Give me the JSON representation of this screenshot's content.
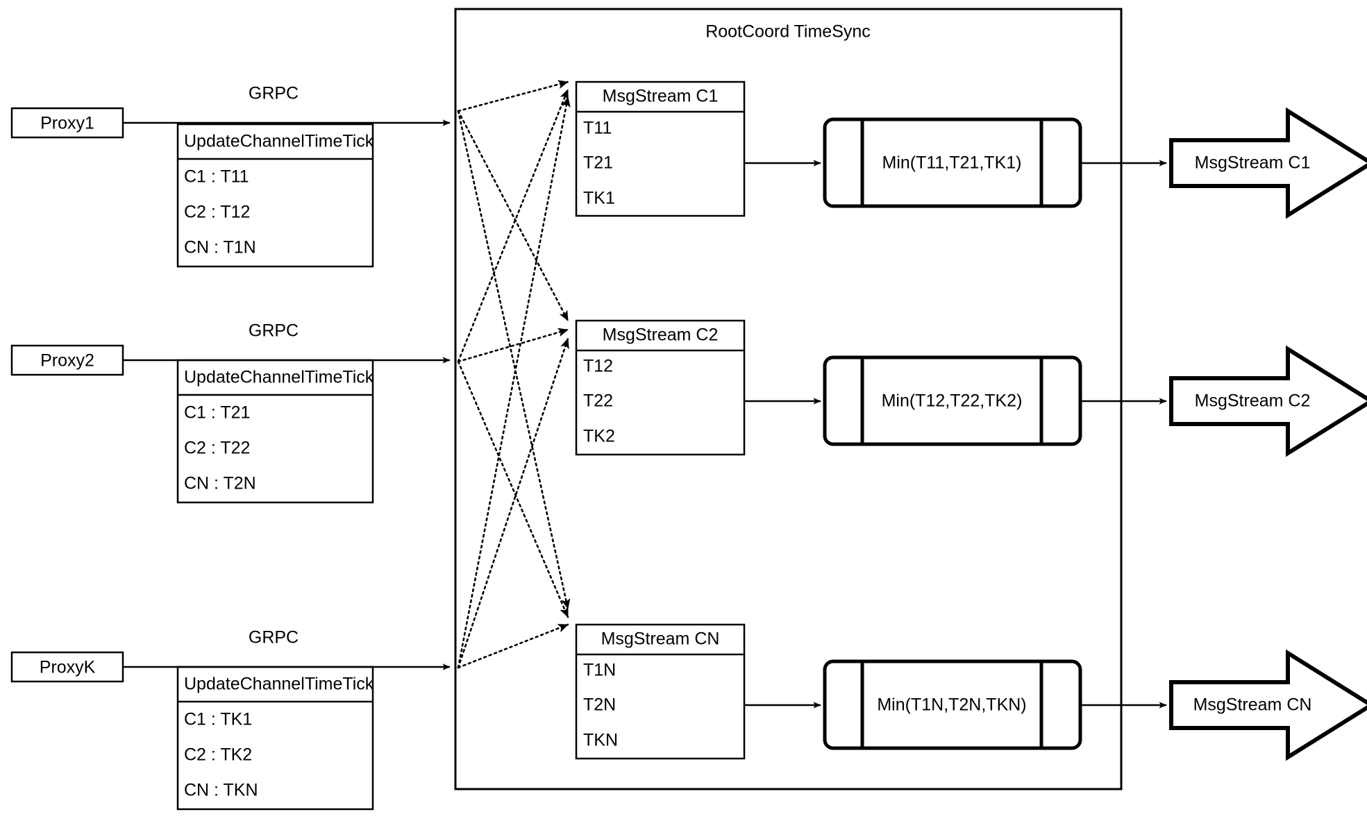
{
  "diagram": {
    "title": "RootCoord TimeSync",
    "container_name": "rootcoord-timesync-container",
    "colors": {
      "stroke": "#000000",
      "background": "#ffffff",
      "text": "#000000"
    }
  },
  "proxies": [
    {
      "name": "Proxy1",
      "link_label": "GRPC",
      "message": {
        "header": "UpdateChannelTimeTick",
        "rows": [
          "C1 :  T11",
          "C2 :  T12",
          "CN : T1N"
        ]
      }
    },
    {
      "name": "Proxy2",
      "link_label": "GRPC",
      "message": {
        "header": "UpdateChannelTimeTick",
        "rows": [
          "C1 :  T21",
          "C2 :  T22",
          "CN : T2N"
        ]
      }
    },
    {
      "name": "ProxyK",
      "link_label": "GRPC",
      "message": {
        "header": "UpdateChannelTimeTick",
        "rows": [
          "C1 :  TK1",
          "C2 :  TK2",
          "CN : TKN"
        ]
      }
    }
  ],
  "channels": [
    {
      "stream": {
        "header": "MsgStream C1",
        "rows": [
          "T11",
          "T21",
          "TK1"
        ]
      },
      "process": "Min(T11,T21,TK1)",
      "output": "MsgStream C1"
    },
    {
      "stream": {
        "header": "MsgStream C2",
        "rows": [
          "T12",
          "T22",
          "TK2"
        ]
      },
      "process": "Min(T12,T22,TK2)",
      "output": "MsgStream C2"
    },
    {
      "stream": {
        "header": "MsgStream CN",
        "rows": [
          "T1N",
          "T2N",
          "TKN"
        ]
      },
      "process": "Min(T1N,T2N,TKN)",
      "output": "MsgStream CN"
    }
  ]
}
